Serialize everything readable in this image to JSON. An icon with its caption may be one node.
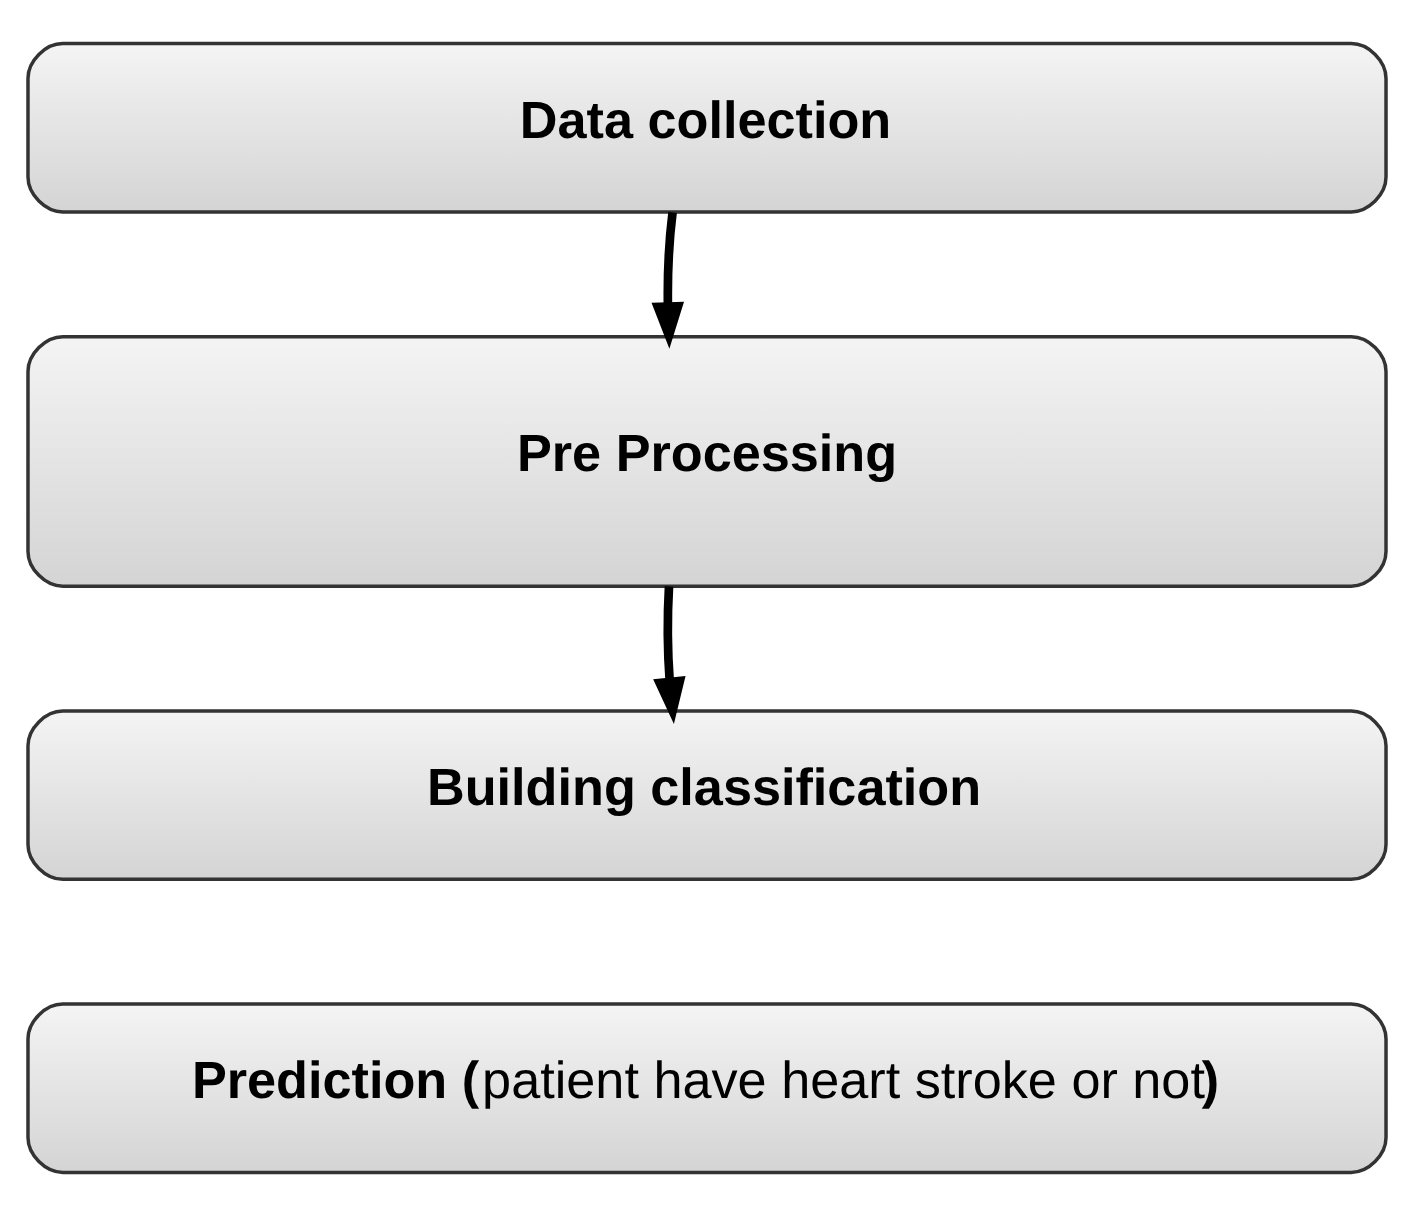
{
  "diagram": {
    "nodes": [
      {
        "text": [
          "Data collection"
        ]
      },
      {
        "text": [
          "Pre Processing"
        ]
      },
      {
        "text": [
          "Building classification"
        ]
      },
      {
        "text": [
          "**Prediction (**patient have heart stroke or not**)**"
        ]
      }
    ],
    "edges": [
      {
        "from": 0,
        "to": 1,
        "arrow": "to"
      },
      {
        "from": 1,
        "to": 2,
        "arrow": "to"
      }
    ]
  }
}
